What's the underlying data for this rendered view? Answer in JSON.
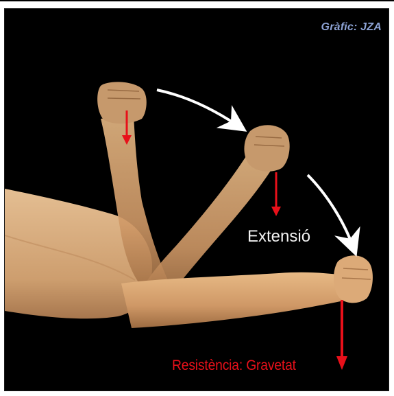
{
  "figure": {
    "credit": "Gràfic: JZA",
    "motion_label": "Extensió",
    "resistance_label": "Resistència: Gravetat",
    "colors": {
      "background": "#000000",
      "skin": "#d9a672",
      "skin_shadow": "#a8764a",
      "motion_arrow": "#ffffff",
      "force_arrow": "#e8101a",
      "credit": "#8ea4d6"
    },
    "icons": [
      "curved-motion-arrow",
      "gravity-force-arrow"
    ]
  }
}
